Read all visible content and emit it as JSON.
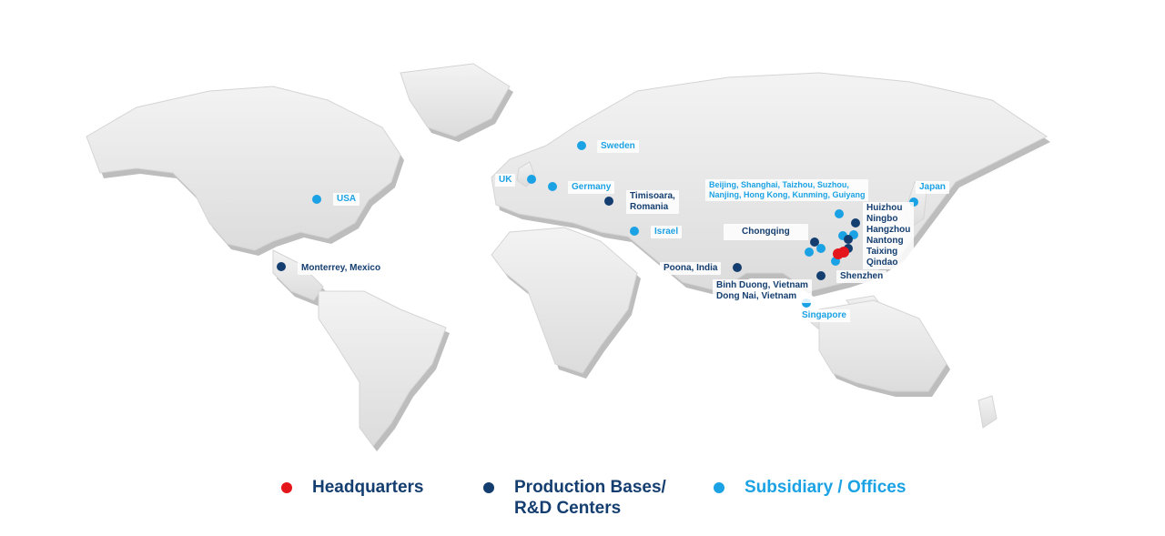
{
  "colors": {
    "headquarters": "#e5161b",
    "production": "#143e70",
    "subsidiary": "#1ba2e4",
    "land": "#e6e6e6"
  },
  "legend": [
    {
      "label": "Headquarters",
      "color": "#e5161b"
    },
    {
      "label": "Production Bases/\nR&D Centers",
      "color": "#143e70"
    },
    {
      "label": "Subsidiary / Offices",
      "color": "#1ba2e4"
    }
  ],
  "labels": {
    "usa": "USA",
    "monterrey": "Monterrey, Mexico",
    "uk": "UK",
    "sweden": "Sweden",
    "germany": "Germany",
    "timisoara": "Timisoara,\nRomania",
    "israel": "Israel",
    "poona": "Poona, India",
    "chongqing": "Chongqing",
    "china_offices": "Beijing, Shanghai, Taizhou, Suzhou,\nNanjing, Hong Kong, Kunming, Guiyang",
    "china_bases": "Huizhou\nNingbo\nHangzhou\nNantong\nTaixing\nQindao",
    "japan": "Japan",
    "shenzhen": "Shenzhen",
    "vietnam": "Binh Duong, Vietnam\nDong Nai, Vietnam",
    "singapore": "Singapore"
  }
}
